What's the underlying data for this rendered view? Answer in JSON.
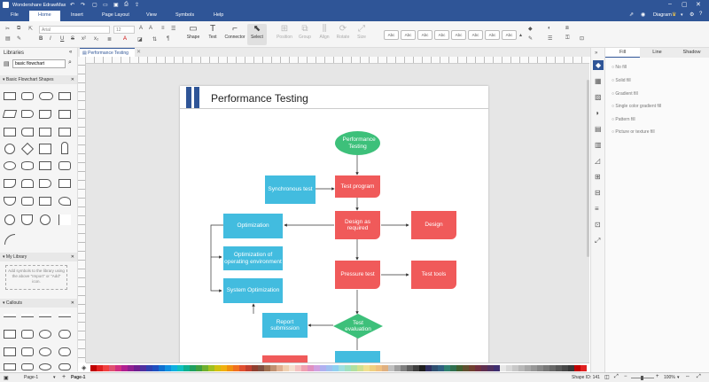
{
  "app": {
    "title": "Wondershare EdrawMax",
    "diagram_label": "Diagram",
    "doc_tab": "Performance Testing"
  },
  "menu": {
    "items": [
      "File",
      "Home",
      "Insert",
      "Page Layout",
      "View",
      "Symbols",
      "Help"
    ]
  },
  "ribbon": {
    "font": "Arial",
    "size": "12",
    "tools": [
      "Shape",
      "Text",
      "Connector",
      "Select"
    ],
    "dim_tools": [
      "Position",
      "Group",
      "Align",
      "Rotate",
      "Size"
    ],
    "style_label": "Abc"
  },
  "libraries": {
    "title": "Libraries",
    "search_value": "basic flowchart",
    "sections": [
      "Basic Flowchart Shapes",
      "My Library",
      "Callouts"
    ],
    "my_library_hint": "Add symbols to the library using the above \"Import\" or \"Add\" icon."
  },
  "diagram": {
    "title": "Performance Testing",
    "nodes": {
      "start": "Performance Testing",
      "test_program": "Test program",
      "sync_test": "Synchronous test",
      "design_req": "Design as required",
      "design": "Design",
      "optimization": "Optimization",
      "opt_env": "Optimization of operating environment",
      "pressure": "Pressure test",
      "tools": "Test tools",
      "sys_opt": "System Optimization",
      "report": "Report submission",
      "evaluation": "Test evaluation"
    }
  },
  "status": {
    "page_dropdown": "Page-1",
    "page_tab": "Page-1",
    "add_page": "+",
    "shape_id": "Shape ID: 141",
    "zoom": "100%"
  },
  "right_panel": {
    "tabs": [
      "Fill",
      "Line",
      "Shadow"
    ],
    "options": [
      "No fill",
      "Solid fill",
      "Gradient fill",
      "Single color gradient fill",
      "Pattern fill",
      "Picture or texture fill"
    ]
  },
  "colors": {
    "accent": "#2f5597",
    "blue": "#42bcdf",
    "red": "#f05a5a",
    "green": "#3dc07a"
  }
}
